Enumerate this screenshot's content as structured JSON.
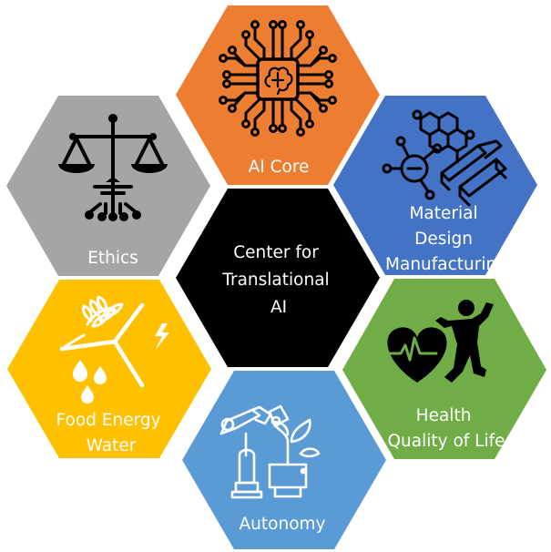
{
  "center": {
    "lines": [
      "Center for",
      "Translational",
      "AI"
    ],
    "color": "#000000"
  },
  "hexagons": [
    {
      "id": "ai-core",
      "lines": [
        "AI Core"
      ],
      "color": "#ED7D31",
      "icon": "brain-circuit-icon"
    },
    {
      "id": "material",
      "lines": [
        "Material",
        "Design",
        "Manufacturing"
      ],
      "color": "#4472C4",
      "icon": "molecule-beams-icon"
    },
    {
      "id": "health",
      "lines": [
        "Health",
        "Quality of Life"
      ],
      "color": "#70AD47",
      "icon": "heart-person-icon"
    },
    {
      "id": "autonomy",
      "lines": [
        "Autonomy"
      ],
      "color": "#5B9BD5",
      "icon": "robot-arm-plant-icon"
    },
    {
      "id": "food",
      "lines": [
        "Food Energy",
        "Water"
      ],
      "color": "#FFC000",
      "icon": "wheat-bolt-water-icon"
    },
    {
      "id": "ethics",
      "lines": [
        "Ethics"
      ],
      "color": "#A5A5A5",
      "icon": "scales-icon"
    }
  ]
}
